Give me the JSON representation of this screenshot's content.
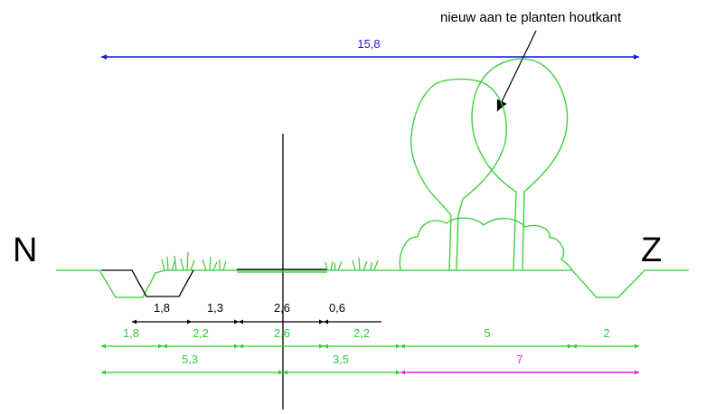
{
  "annotation": "nieuw aan te planten houtkant",
  "compass": {
    "north": "N",
    "south": "Z"
  },
  "overall": {
    "label": "15,8"
  },
  "existing_row": [
    "1,8",
    "1,3",
    "2,6",
    "0,6"
  ],
  "design_row": [
    "1,8",
    "2,2",
    "2,6",
    "2,2",
    "5",
    "2"
  ],
  "total_row": [
    "5,3",
    "3,5",
    "7"
  ],
  "colors": {
    "vegetation": "#33cc33",
    "existing": "#000000",
    "overall_dim": "#1a1acc",
    "hedge_dim": "#ee22ee",
    "background": "#ffffff"
  },
  "icons": [
    "tree-icon",
    "shrub-icon",
    "grass-icon",
    "arrow-icon"
  ]
}
